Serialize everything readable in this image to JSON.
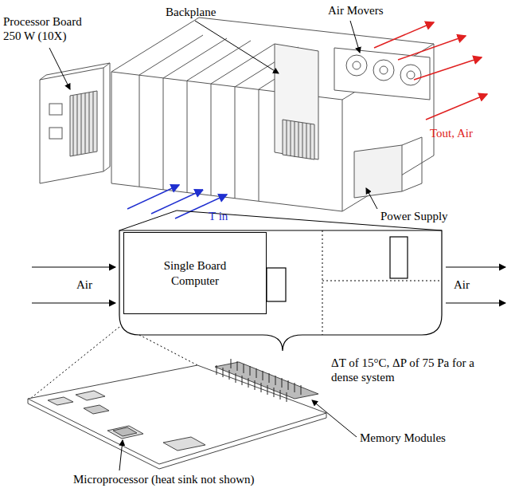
{
  "diagram": {
    "nodes": [
      {
        "text": [
          "Single Board Computer"
        ]
      }
    ],
    "labels": [
      "Processor Board 250 W (10X)",
      "Backplane",
      "Air Movers",
      "Tout, Air",
      "T in",
      "Power Supply",
      "Air",
      "Air",
      "ΔT of 15°C, ΔP of 75 Pa for a dense system",
      "Memory Modules",
      "Microprocessor (heat sink not shown)"
    ]
  }
}
